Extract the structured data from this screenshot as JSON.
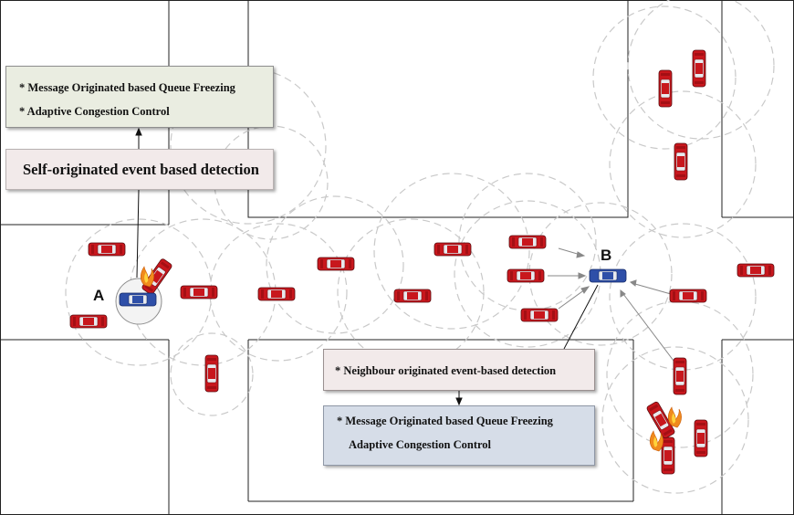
{
  "boxes": {
    "top_left": {
      "line1": "* Message Originated based Queue Freezing",
      "line2": "* Adaptive Congestion Control"
    },
    "self_detection": "Self-originated event based detection",
    "neighbour_detection": "* Neighbour originated event-based detection",
    "bottom_right": {
      "line1": "* Message Originated based Queue Freezing",
      "line2": "Adaptive Congestion Control"
    }
  },
  "nodes": {
    "a": "A",
    "b": "B"
  },
  "colors": {
    "car_red": "#c8171d",
    "car_blue": "#2e4fa8",
    "fire": "#f08a1c",
    "range_circle": "#c9c9c9"
  }
}
